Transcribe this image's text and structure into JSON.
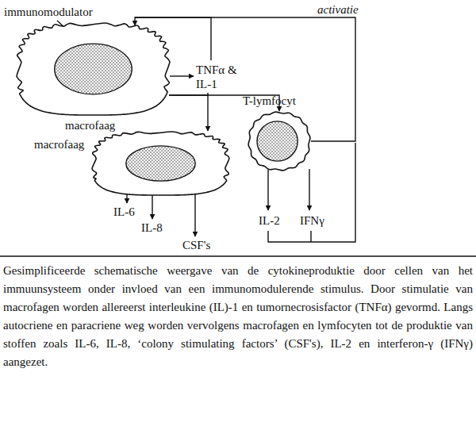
{
  "diagram": {
    "caption": "Gesimplificeerde schematische weergave van de cytokineproduktie door cellen van het immuunsysteem onder invloed van een immunomodulerende stimulus. Door stimulatie van macrofagen worden allereerst interleukine (IL)-1 en tumornecrosisfactor (TNFα) gevormd. Langs autocriene en paracriene weg worden vervolgens macrofagen en lymfocyten tot de produktie van stoffen zoals IL-6, IL-8, ‘colony stimulating factors’ (CSF's), IL-2 en interferon-γ (IFNγ) aangezet.",
    "nodes": [
      {
        "text": [
          "macrofaag"
        ]
      },
      {
        "text": [
          "macrofaag"
        ]
      },
      {
        "text": [
          "T-lymfocyt"
        ]
      }
    ],
    "edges": [
      {
        "from": 0,
        "to": 1,
        "arrow": "to"
      },
      {
        "from": 0,
        "to": 2,
        "arrow": "to"
      },
      {
        "from": 2,
        "to": 0,
        "label": "activatie",
        "arrow": "to"
      }
    ],
    "labels": [
      "immunomodulator",
      "TNFα & IL-1",
      "IL-6",
      "IL-8",
      "CSF's",
      "IL-2",
      "IFNγ"
    ]
  }
}
